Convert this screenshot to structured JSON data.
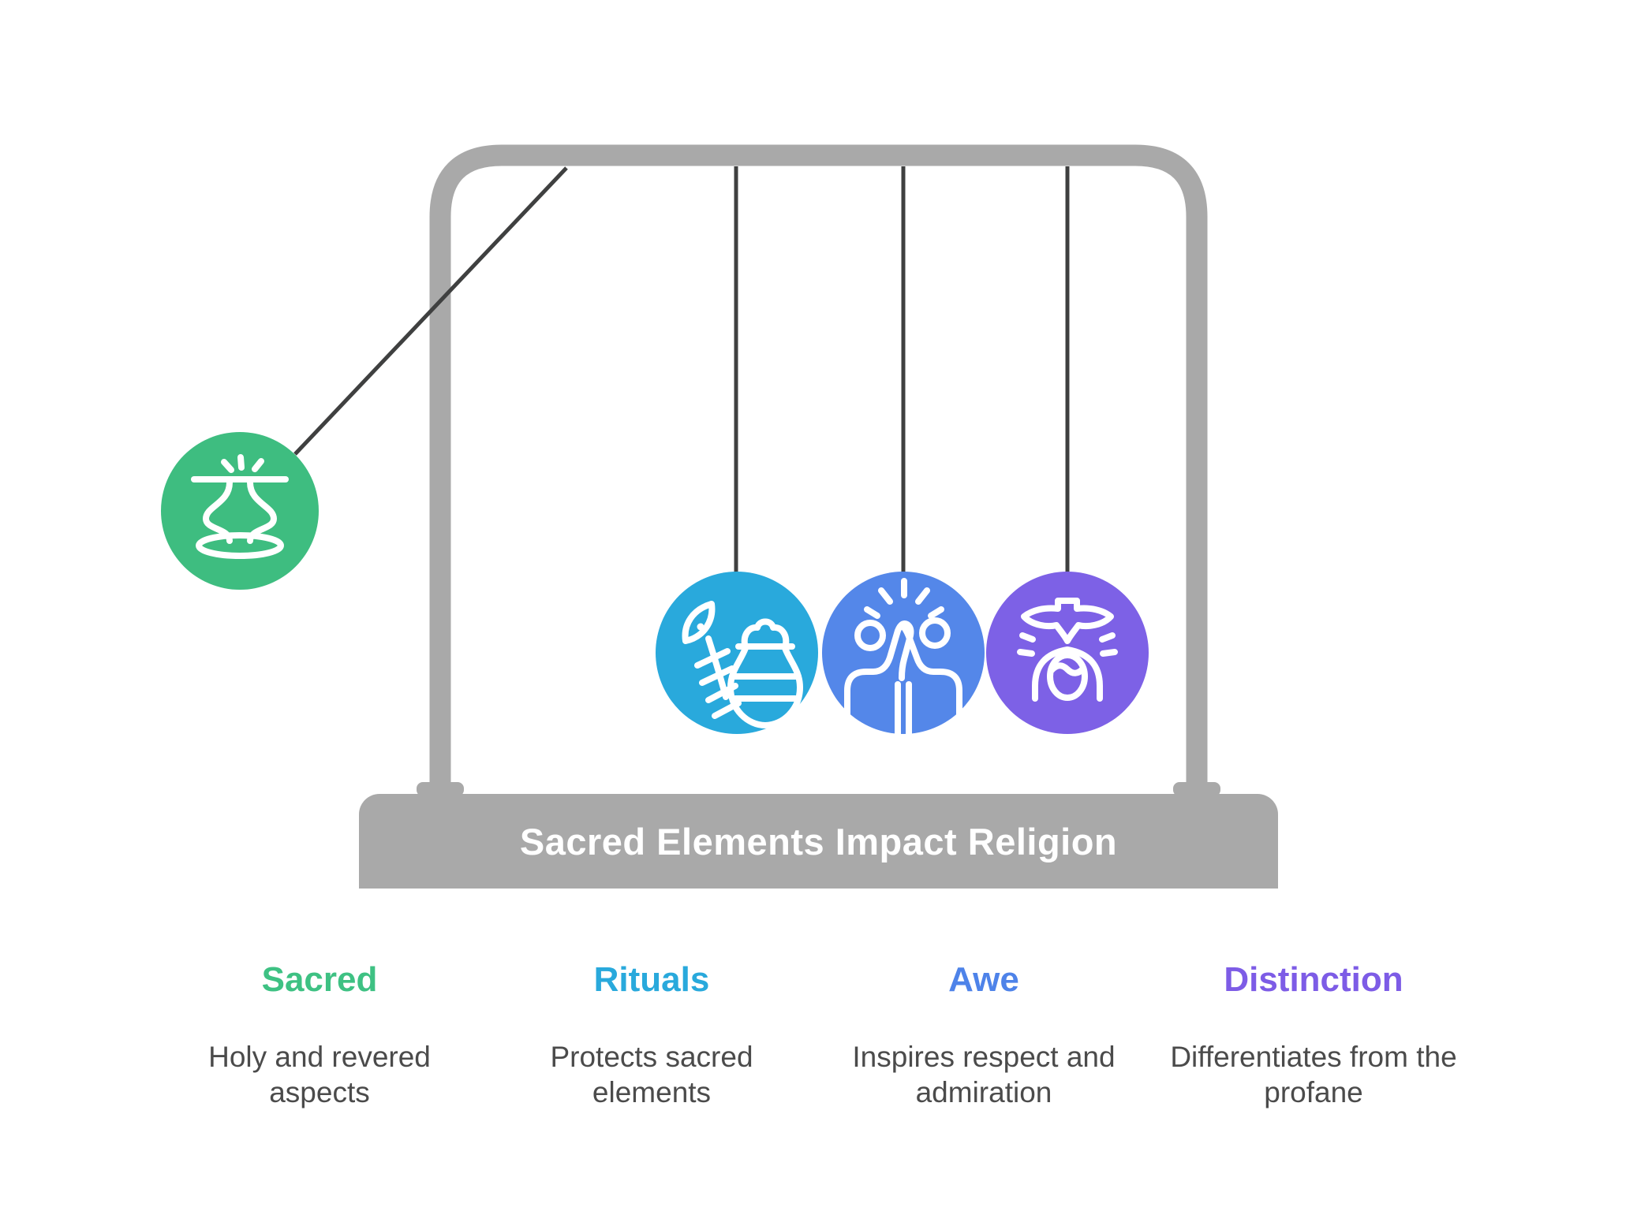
{
  "title": "Sacred Elements Impact Religion",
  "cradle": {
    "frame_color": "#A9A9A9",
    "string_color": "#3F4040",
    "icon_stroke_color": "#FFFFFF",
    "balls": [
      {
        "id": "sacred",
        "label": "Sacred",
        "color": "#3EBD80",
        "icon": "sacred-altar-icon",
        "state": "swung-out-left"
      },
      {
        "id": "rituals",
        "label": "Rituals",
        "color": "#29A9DC",
        "icon": "feather-and-kalash-icon",
        "state": "hanging"
      },
      {
        "id": "awe",
        "label": "Awe",
        "color": "#5487E9",
        "icon": "high-five-icon",
        "state": "hanging"
      },
      {
        "id": "distinction",
        "label": "Distinction",
        "color": "#7D61E6",
        "icon": "dove-over-person-icon",
        "state": "hanging"
      }
    ]
  },
  "columns": [
    {
      "heading": "Sacred",
      "heading_color": "#3EC183",
      "description": "Holy and revered aspects"
    },
    {
      "heading": "Rituals",
      "heading_color": "#29A9DC",
      "description": "Protects sacred elements"
    },
    {
      "heading": "Awe",
      "heading_color": "#4E83E9",
      "description": "Inspires respect and admiration"
    },
    {
      "heading": "Distinction",
      "heading_color": "#7D5CE6",
      "description": "Differentiates from the profane"
    }
  ],
  "text_color": "#4B4B4B"
}
